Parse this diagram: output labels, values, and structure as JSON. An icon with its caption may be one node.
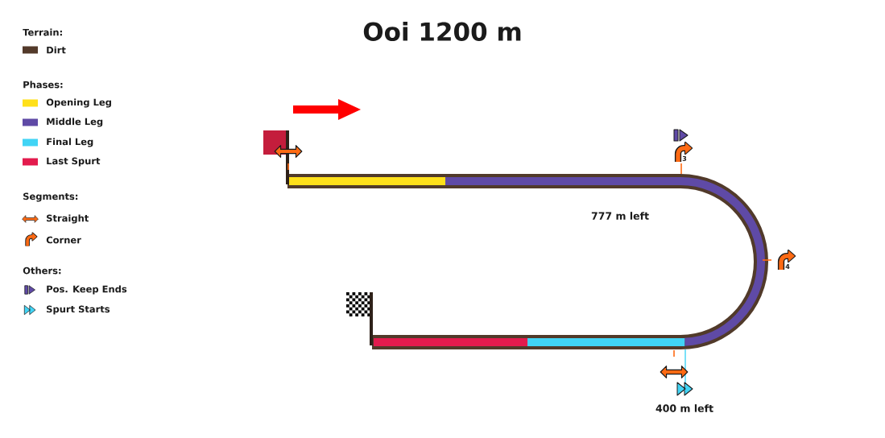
{
  "diagram": {
    "title": "Ooi 1200 m",
    "labels": [
      "Terrain:",
      "Phases:",
      "Segments:",
      "Others:",
      "3",
      "777 m left",
      "4",
      "400 m left"
    ],
    "legend": [
      {
        "text": "Dirt",
        "color": "#533a2a"
      },
      {
        "text": "Opening Leg",
        "color": "#ffe01a"
      },
      {
        "text": "Middle Leg",
        "color": "#5f4aa6"
      },
      {
        "text": "Final Leg",
        "color": "#41d4f5"
      },
      {
        "text": "Last Spurt",
        "color": "#e31b4d"
      },
      {
        "text": "Straight"
      },
      {
        "text": "Corner"
      },
      {
        "text": "Pos. Keep Ends"
      },
      {
        "text": "Spurt Starts"
      }
    ]
  }
}
